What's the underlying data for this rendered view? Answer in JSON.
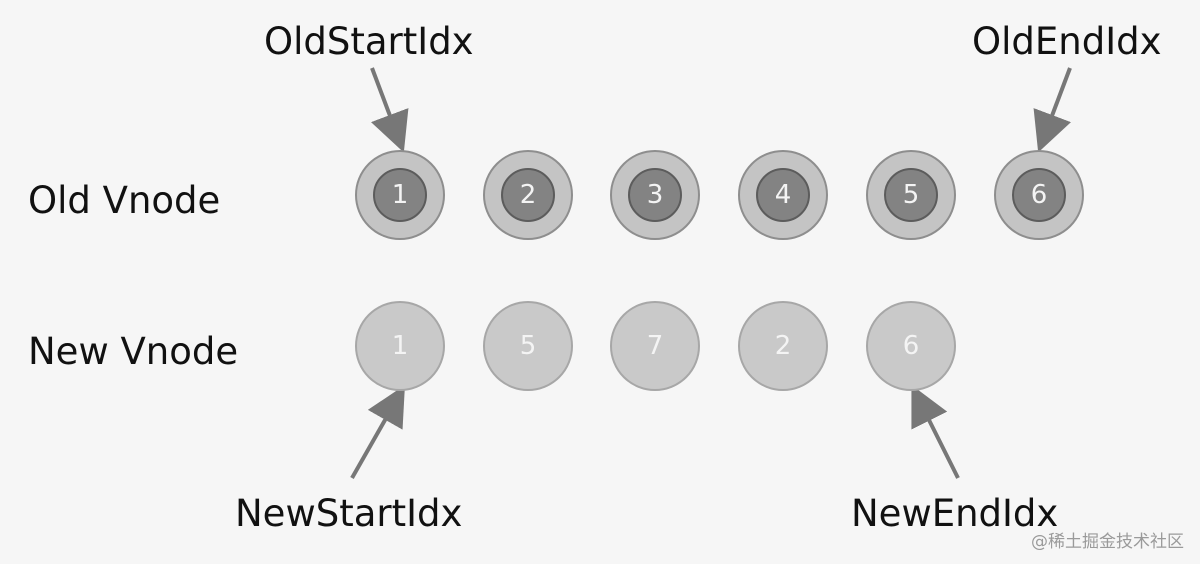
{
  "diagram": {
    "rows": {
      "old": "Old Vnode",
      "new": "New Vnode"
    },
    "pointers": {
      "old_start": "OldStartIdx",
      "old_end": "OldEndIdx",
      "new_start": "NewStartIdx",
      "new_end": "NewEndIdx"
    },
    "old_nodes": [
      "1",
      "2",
      "3",
      "4",
      "5",
      "6"
    ],
    "new_nodes": [
      "1",
      "5",
      "7",
      "2",
      "6"
    ],
    "watermark": "@稀土掘金技术社区"
  }
}
